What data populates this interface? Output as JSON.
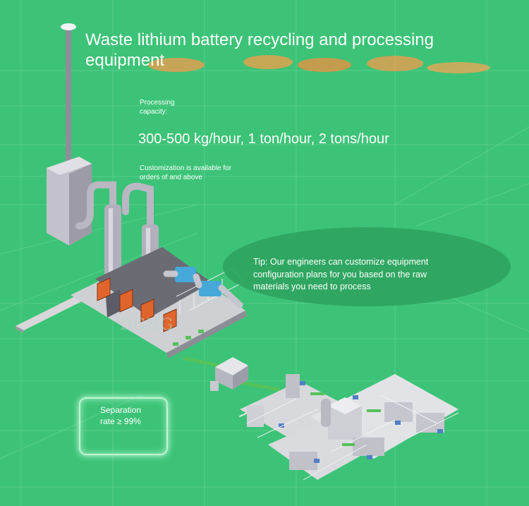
{
  "title": "Waste lithium battery recycling and processing equipment",
  "capacity": {
    "label": "Processing capacity:",
    "value": "300-500 kg/hour, 1 ton/hour, 2 tons/hour"
  },
  "customization_note": "Customization is available for orders of and above",
  "tip": "Tip: Our engineers can customize equipment configuration plans for you based on the raw materials you need to process",
  "separation_rate": "Separation rate ≥ 99%",
  "watermark": "DGHG",
  "colors": {
    "background": "#3cc377",
    "grid": "#7fdca4",
    "tip_bubble": "#2fa461",
    "conveyor": "#55c25a",
    "furnace_door": "#e0652c",
    "duct_blue": "#45a8d8"
  }
}
